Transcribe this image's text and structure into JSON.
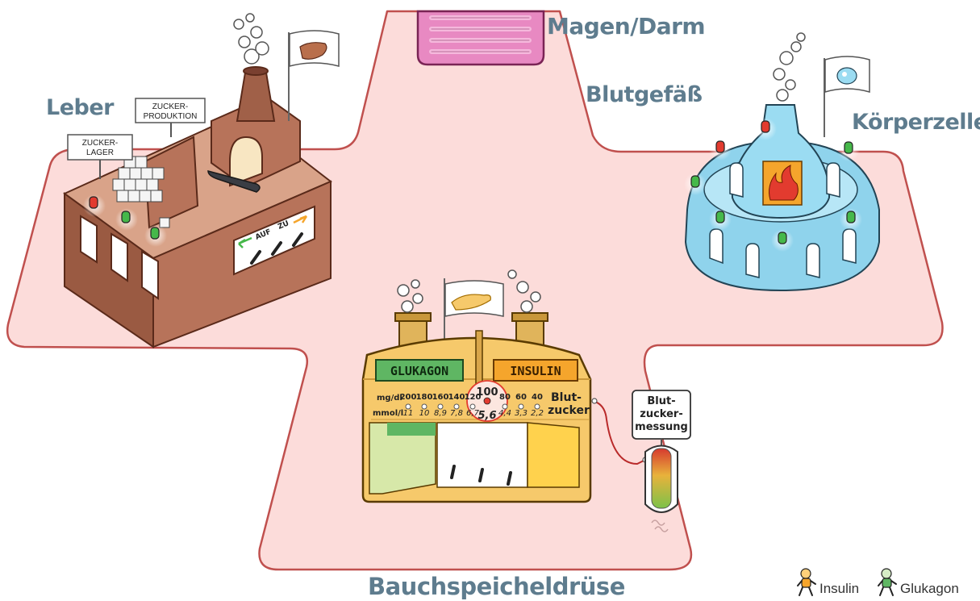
{
  "regions": {
    "leber": "Leber",
    "magen_darm": "Magen/Darm",
    "blutgefaess": "Blutgefäß",
    "koerperzelle": "Körperzelle",
    "bauchspeicheldruese": "Bauchspeicheldrüse"
  },
  "leber": {
    "sign_zuckerproduktion": [
      "ZUCKER-",
      "PRODUKTION"
    ],
    "sign_zuckerlager": [
      "ZUCKER-",
      "LAGER"
    ],
    "gate_auf": "AUF",
    "gate_zu": "ZU"
  },
  "pancreas": {
    "glukagon_label": "GLUKAGON",
    "insulin_label": "INSULIN",
    "unit_mgdl": "mg/dl",
    "unit_mmoll": "mmol/l",
    "scale_mgdl": [
      "200",
      "180",
      "160",
      "140",
      "120",
      "100",
      "80",
      "60",
      "40"
    ],
    "scale_mmoll": [
      "11",
      "10",
      "8,9",
      "7,8",
      "6,7",
      "5,6",
      "4,4",
      "3,3",
      "2,2"
    ],
    "current_mgdl": "100",
    "current_mmoll": "5,6",
    "blutzucker_label": [
      "Blut-",
      "zucker"
    ]
  },
  "measurement": {
    "label": [
      "Blut-",
      "zucker-",
      "messung"
    ]
  },
  "legend": {
    "insulin": "Insulin",
    "glukagon": "Glukagon"
  },
  "colors": {
    "blood_vessel": "#fcdcda",
    "vessel_outline": "#c0504e",
    "liver_building": "#b7735a",
    "body_cell": "#9ad9ef",
    "pancreas_console": "#f6c96b",
    "glukagon": "#5fb663",
    "insulin": "#f5a52c",
    "intestine": "#e889c2",
    "label_text": "#5e7c8e"
  }
}
